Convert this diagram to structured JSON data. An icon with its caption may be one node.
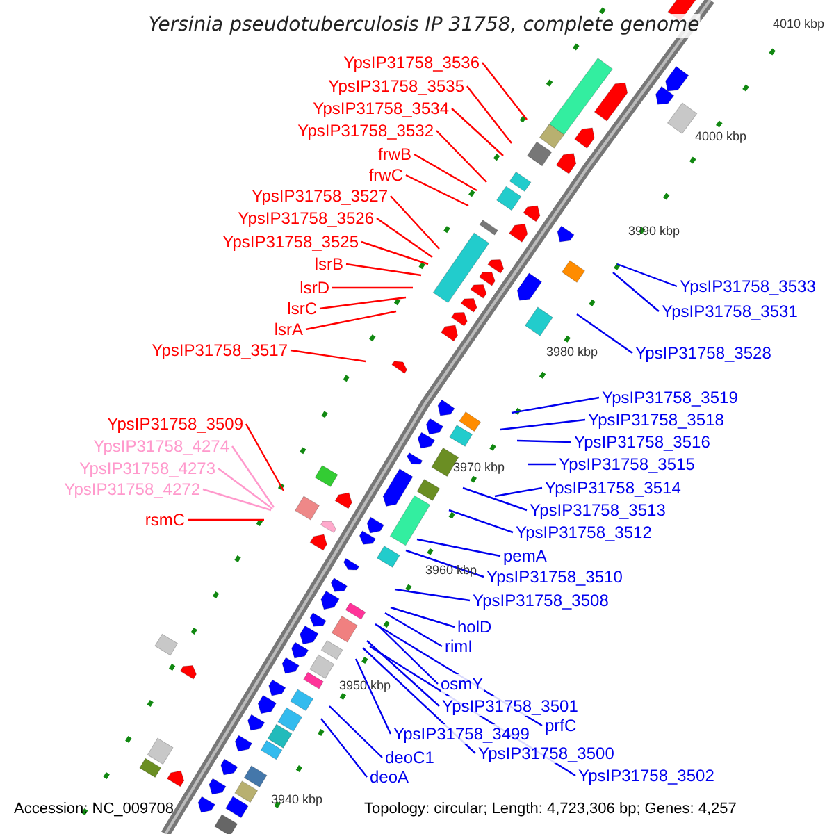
{
  "diagram": {
    "title": "Yersinia pseudotuberculosis IP 31758, complete genome",
    "nodes": [
      {
        "text": [
          "YpsIP31758_3536"
        ]
      },
      {
        "text": [
          "YpsIP31758_3535"
        ]
      },
      {
        "text": [
          "YpsIP31758_3534"
        ]
      },
      {
        "text": [
          "YpsIP31758_3532"
        ]
      },
      {
        "text": [
          "frwB"
        ]
      },
      {
        "text": [
          "frwC"
        ]
      },
      {
        "text": [
          "YpsIP31758_3527"
        ]
      },
      {
        "text": [
          "YpsIP31758_3526"
        ]
      },
      {
        "text": [
          "YpsIP31758_3525"
        ]
      },
      {
        "text": [
          "lsrB"
        ]
      },
      {
        "text": [
          "lsrD"
        ]
      },
      {
        "text": [
          "lsrC"
        ]
      },
      {
        "text": [
          "lsrA"
        ]
      },
      {
        "text": [
          "YpsIP31758_3517"
        ]
      },
      {
        "text": [
          "YpsIP31758_3509"
        ]
      },
      {
        "text": [
          "YpsIP31758_4274"
        ]
      },
      {
        "text": [
          "YpsIP31758_4273"
        ]
      },
      {
        "text": [
          "YpsIP31758_4272"
        ]
      },
      {
        "text": [
          "rsmC"
        ]
      },
      {
        "text": [
          "YpsIP31758_3533"
        ]
      },
      {
        "text": [
          "YpsIP31758_3531"
        ]
      },
      {
        "text": [
          "YpsIP31758_3528"
        ]
      },
      {
        "text": [
          "YpsIP31758_3519"
        ]
      },
      {
        "text": [
          "YpsIP31758_3518"
        ]
      },
      {
        "text": [
          "YpsIP31758_3516"
        ]
      },
      {
        "text": [
          "YpsIP31758_3515"
        ]
      },
      {
        "text": [
          "YpsIP31758_3514"
        ]
      },
      {
        "text": [
          "YpsIP31758_3513"
        ]
      },
      {
        "text": [
          "YpsIP31758_3512"
        ]
      },
      {
        "text": [
          "pemA"
        ]
      },
      {
        "text": [
          "YpsIP31758_3510"
        ]
      },
      {
        "text": [
          "YpsIP31758_3508"
        ]
      },
      {
        "text": [
          "holD"
        ]
      },
      {
        "text": [
          "rimI"
        ]
      },
      {
        "text": [
          "osmY"
        ]
      },
      {
        "text": [
          "YpsIP31758_3501"
        ]
      },
      {
        "text": [
          "prfC"
        ]
      },
      {
        "text": [
          "YpsIP31758_3499"
        ]
      },
      {
        "text": [
          "YpsIP31758_3500"
        ]
      },
      {
        "text": [
          "YpsIP31758_3502"
        ]
      },
      {
        "text": [
          "deoC1"
        ]
      },
      {
        "text": [
          "deoA"
        ]
      }
    ],
    "edges": [
      {
        "from": 0,
        "to": null,
        "arrow": "none",
        "color": "#ff0000"
      },
      {
        "from": 1,
        "to": null,
        "arrow": "none",
        "color": "#ff0000"
      },
      {
        "from": 2,
        "to": null,
        "arrow": "none",
        "color": "#ff0000"
      },
      {
        "from": 3,
        "to": null,
        "arrow": "none",
        "color": "#ff0000"
      },
      {
        "from": 4,
        "to": null,
        "arrow": "none",
        "color": "#ff0000"
      },
      {
        "from": 5,
        "to": null,
        "arrow": "none",
        "color": "#ff0000"
      },
      {
        "from": 6,
        "to": null,
        "arrow": "none",
        "color": "#ff0000"
      },
      {
        "from": 7,
        "to": null,
        "arrow": "none",
        "color": "#ff0000"
      },
      {
        "from": 8,
        "to": null,
        "arrow": "none",
        "color": "#ff0000"
      },
      {
        "from": 9,
        "to": null,
        "arrow": "none",
        "color": "#ff0000"
      },
      {
        "from": 10,
        "to": null,
        "arrow": "none",
        "color": "#ff0000"
      },
      {
        "from": 11,
        "to": null,
        "arrow": "none",
        "color": "#ff0000"
      },
      {
        "from": 12,
        "to": null,
        "arrow": "none",
        "color": "#ff0000"
      },
      {
        "from": 13,
        "to": null,
        "arrow": "none",
        "color": "#ff0000"
      },
      {
        "from": 14,
        "to": null,
        "arrow": "none",
        "color": "#ff0000"
      },
      {
        "from": 15,
        "to": null,
        "arrow": "none",
        "color": "#ff99cc"
      },
      {
        "from": 16,
        "to": null,
        "arrow": "none",
        "color": "#ff99cc"
      },
      {
        "from": 17,
        "to": null,
        "arrow": "none",
        "color": "#ff99cc"
      },
      {
        "from": 18,
        "to": null,
        "arrow": "none",
        "color": "#ff0000"
      },
      {
        "from": 19,
        "to": null,
        "arrow": "none"
      },
      {
        "from": 20,
        "to": null,
        "arrow": "none"
      },
      {
        "from": 21,
        "to": null,
        "arrow": "none"
      },
      {
        "from": 22,
        "to": null,
        "arrow": "none"
      },
      {
        "from": 23,
        "to": null,
        "arrow": "none"
      },
      {
        "from": 24,
        "to": null,
        "arrow": "none"
      },
      {
        "from": 25,
        "to": null,
        "arrow": "none"
      },
      {
        "from": 26,
        "to": null,
        "arrow": "none"
      },
      {
        "from": 27,
        "to": null,
        "arrow": "none"
      },
      {
        "from": 28,
        "to": null,
        "arrow": "none"
      },
      {
        "from": 29,
        "to": null,
        "arrow": "none"
      },
      {
        "from": 30,
        "to": null,
        "arrow": "none"
      },
      {
        "from": 31,
        "to": null,
        "arrow": "none"
      },
      {
        "from": 32,
        "to": null,
        "arrow": "none"
      },
      {
        "from": 33,
        "to": null,
        "arrow": "none"
      },
      {
        "from": 34,
        "to": null,
        "arrow": "none"
      },
      {
        "from": 35,
        "to": null,
        "arrow": "none"
      },
      {
        "from": 36,
        "to": null,
        "arrow": "none"
      },
      {
        "from": 37,
        "to": null,
        "arrow": "none"
      },
      {
        "from": 38,
        "to": null,
        "arrow": "none"
      },
      {
        "from": 39,
        "to": null,
        "arrow": "none"
      },
      {
        "from": 40,
        "to": null,
        "arrow": "none"
      },
      {
        "from": 41,
        "to": null,
        "arrow": "none"
      }
    ],
    "labels": [
      "4010 kbp",
      "4000 kbp",
      "3990 kbp",
      "3980 kbp",
      "3970 kbp",
      "3960 kbp",
      "3950 kbp",
      "3940 kbp",
      "Accession: NC_009708",
      "Topology: circular; Length: 4,723,306 bp; Genes: 4,257"
    ]
  }
}
